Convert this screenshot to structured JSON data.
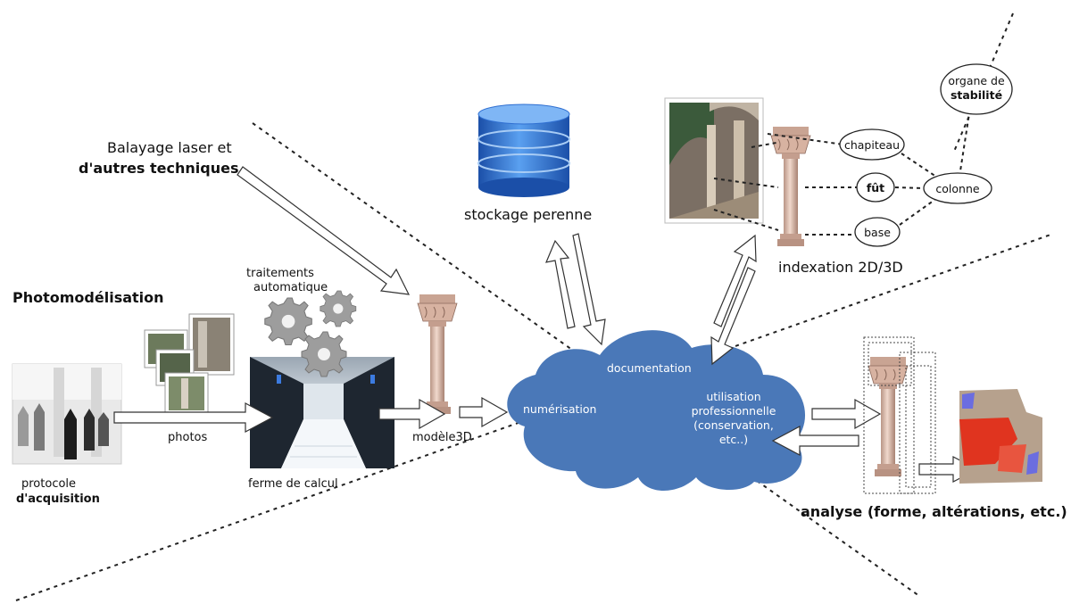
{
  "labels": {
    "balayage_line1": "Balayage laser et",
    "balayage_line2": "d'autres techniques",
    "photomodelisation": "Photomodélisation",
    "traitements_line1": "traitements",
    "traitements_line2": "automatique",
    "photos": "photos",
    "protocole_line1": "protocole",
    "protocole_line2": "d'acquisition",
    "ferme": "ferme de calcul",
    "modele3d": "modèle3D",
    "stockage": "stockage perenne",
    "indexation": "indexation 2D/3D",
    "analyse": "analyse (forme, altérations, etc.)"
  },
  "cloud": {
    "documentation": "documentation",
    "numerisation": "numérisation",
    "utilisation_line1": "utilisation",
    "utilisation_line2": "professionnelle",
    "utilisation_line3": "(conservation,",
    "utilisation_line4": "etc..)"
  },
  "ontology": {
    "chapiteau": "chapiteau",
    "fut": "fût",
    "base": "base",
    "colonne": "colonne",
    "organe_line1": "organe de",
    "organe_line2": "stabilité"
  },
  "colors": {
    "cloud": "#4a78b8",
    "database": "#2f6fd1",
    "gear": "#9a9a9a",
    "column_stone": "#d9b5a4",
    "alteration_red": "#e0341f",
    "alteration_blue": "#6b6de0"
  }
}
